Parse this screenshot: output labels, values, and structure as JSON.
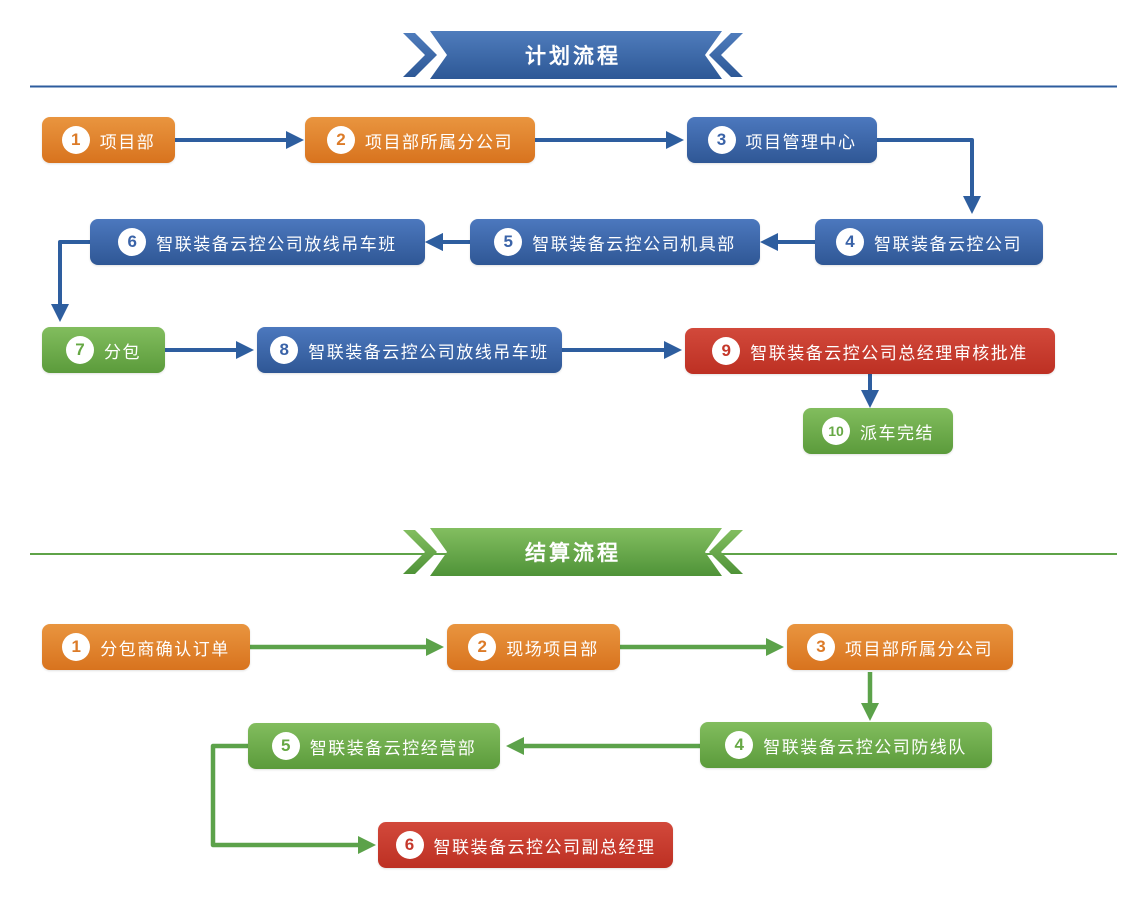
{
  "sections": [
    {
      "title": "计划流程",
      "theme_color": "#3A63A8",
      "nodes": [
        {
          "num": "1",
          "label": "项目部",
          "color": "orange"
        },
        {
          "num": "2",
          "label": "项目部所属分公司",
          "color": "orange"
        },
        {
          "num": "3",
          "label": "项目管理中心",
          "color": "blue"
        },
        {
          "num": "4",
          "label": "智联装备云控公司",
          "color": "blue"
        },
        {
          "num": "5",
          "label": "智联装备云控公司机具部",
          "color": "blue"
        },
        {
          "num": "6",
          "label": "智联装备云控公司放线吊车班",
          "color": "blue"
        },
        {
          "num": "7",
          "label": "分包",
          "color": "green"
        },
        {
          "num": "8",
          "label": "智联装备云控公司放线吊车班",
          "color": "blue"
        },
        {
          "num": "9",
          "label": "智联装备云控公司总经理审核批准",
          "color": "red"
        },
        {
          "num": "10",
          "label": "派车完结",
          "color": "green"
        }
      ]
    },
    {
      "title": "结算流程",
      "theme_color": "#5CA24A",
      "nodes": [
        {
          "num": "1",
          "label": "分包商确认订单",
          "color": "orange"
        },
        {
          "num": "2",
          "label": "现场项目部",
          "color": "orange"
        },
        {
          "num": "3",
          "label": "项目部所属分公司",
          "color": "orange"
        },
        {
          "num": "4",
          "label": "智联装备云控公司防线队",
          "color": "green"
        },
        {
          "num": "5",
          "label": "智联装备云控经营部",
          "color": "green"
        },
        {
          "num": "6",
          "label": "智联装备云控公司副总经理",
          "color": "red"
        }
      ]
    }
  ],
  "colors": {
    "node_orange": "#DC7B28",
    "node_blue": "#3A63A8",
    "node_green": "#6BAB48",
    "node_red": "#C6392C",
    "arrow_blue": "#2E5E9F",
    "arrow_green": "#5CA24A",
    "banner_blue_top": "#4F7CBC",
    "banner_blue_bottom": "#2D5896",
    "banner_green_top": "#83BE60",
    "banner_green_bottom": "#4F9338"
  }
}
